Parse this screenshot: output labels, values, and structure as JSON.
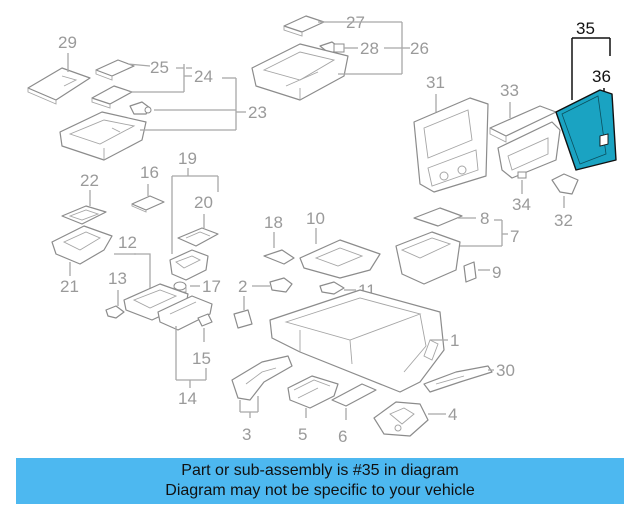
{
  "callouts": {
    "n1": "1",
    "n2": "2",
    "n3": "3",
    "n4": "4",
    "n5": "5",
    "n6": "6",
    "n7": "7",
    "n8": "8",
    "n9": "9",
    "n10": "10",
    "n11": "11",
    "n12": "12",
    "n13": "13",
    "n14": "14",
    "n15": "15",
    "n16": "16",
    "n17": "17",
    "n18": "18",
    "n19": "19",
    "n20": "20",
    "n21": "21",
    "n22": "22",
    "n23": "23",
    "n24": "24",
    "n25": "25",
    "n26": "26",
    "n27": "27",
    "n28": "28",
    "n29": "29",
    "n30": "30",
    "n31": "31",
    "n32": "32",
    "n33": "33",
    "n34": "34",
    "n35": "35",
    "n36": "36"
  },
  "highlighted_part": "35",
  "highlight_color": "#1aa3c2",
  "banner": {
    "line1": "Part or sub-assembly is #35 in diagram",
    "line2": "Diagram may not be specific to your vehicle",
    "color": "#4db8f0"
  }
}
